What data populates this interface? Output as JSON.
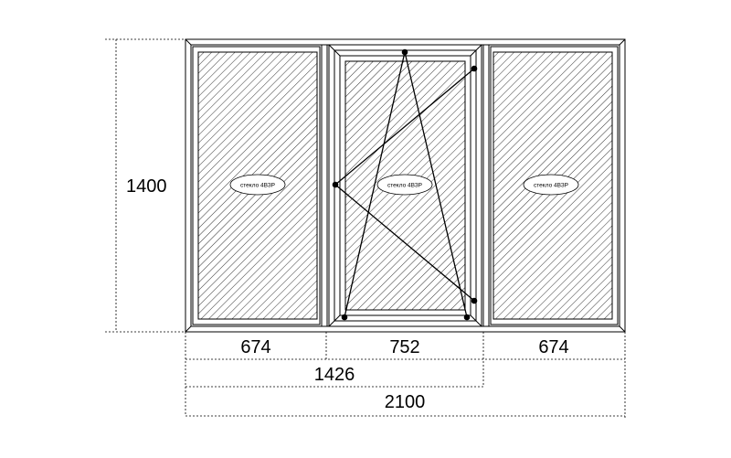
{
  "drawing": {
    "dimensions": {
      "height": "1400",
      "left_sash": "674",
      "center_sash": "752",
      "right_sash": "674",
      "left_plus_center": "1426",
      "total_width": "2100"
    },
    "labels": {
      "left_pane_mark": "стекло 4ВЗР",
      "center_pane_mark": "стекло 4ВЗР",
      "right_pane_mark": "стекло 4ВЗР"
    },
    "panes": [
      {
        "id": "left",
        "type": "fixed"
      },
      {
        "id": "center",
        "type": "tilt-and-turn"
      },
      {
        "id": "right",
        "type": "fixed"
      }
    ],
    "colors": {
      "line": "#000000",
      "background": "#ffffff"
    }
  }
}
